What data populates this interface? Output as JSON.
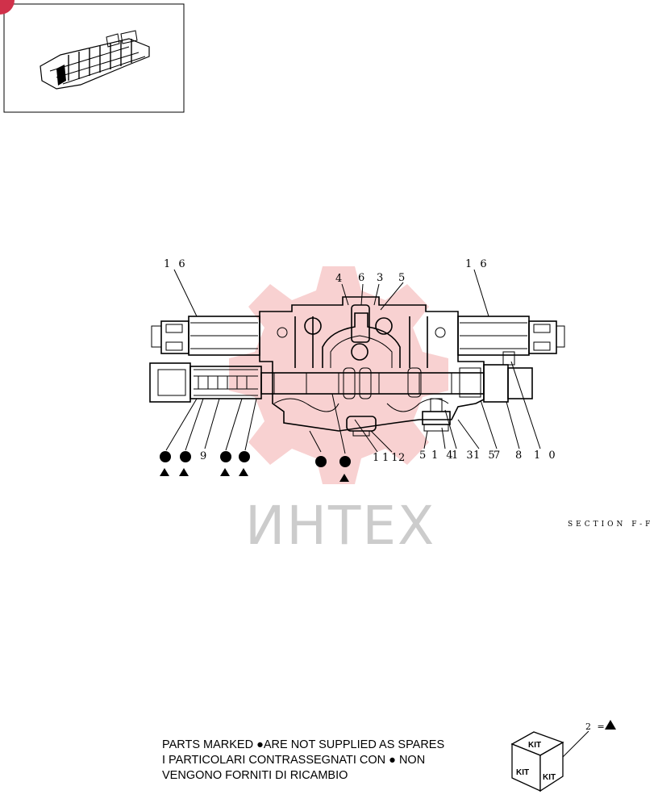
{
  "callouts": {
    "c16_left": "1 6",
    "c16_right": "1 6",
    "c4": "4",
    "c6": "6",
    "c3": "3",
    "c5": "5",
    "c9": "9",
    "c1": "1",
    "c11": "11",
    "c2": "2",
    "c5b": "5",
    "c14": "1 4",
    "c13": "1 3",
    "c15": "1 5",
    "c7": "7",
    "c8": "8",
    "c10": "1 0"
  },
  "section_caption": "SECTION F-F",
  "watermark": "ИНТЕХ",
  "legend": {
    "line1": "PARTS MARKED ●ARE NOT SUPPLIED AS SPARES",
    "line2": "I  PARTICOLARI  CONTRASSEGNATI  CON ● NON",
    "line3": "VENGONO FORNITI DI RICAMBIO"
  },
  "kit": {
    "equation": "2 =",
    "top": "KIT",
    "left": "KIT",
    "right": "KIT"
  },
  "colors": {
    "line": "#000000",
    "watermark_gear": "#f7c9c9",
    "watermark_text": "#cccccc",
    "badge": "#d0314a"
  },
  "icons": {
    "not_supplied_marker": "filled-circle",
    "kit_marker": "filled-triangle"
  }
}
